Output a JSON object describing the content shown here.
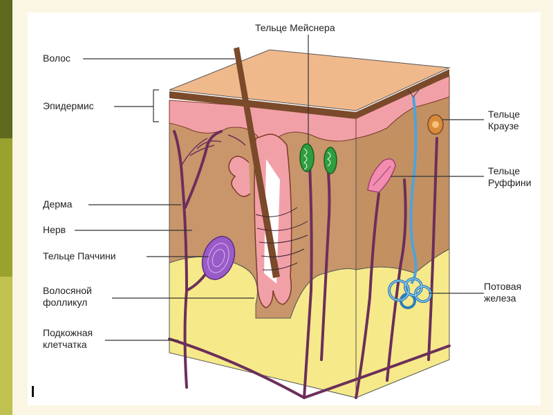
{
  "labels": {
    "hair": "Волос",
    "epidermis": "Эпидермис",
    "dermis": "Дерма",
    "nerve": "Нерв",
    "pacini_corpuscle": "Тельце Паччини",
    "hair_follicle_line1": "Волосяной",
    "hair_follicle_line2": "фолликул",
    "subcutaneous_line1": "Подкожная",
    "subcutaneous_line2": "клетчатка",
    "meissner_corpuscle": "Тельце Мейснера",
    "krause_line1": "Тельце",
    "krause_line2": "Краузе",
    "ruffini_line1": "Тельце",
    "ruffini_line2": "Руффини",
    "sweat_gland_line1": "Потовая",
    "sweat_gland_line2": "железа"
  },
  "colors": {
    "slide_background": "#FBF6E3",
    "accent_dark": "#5F6A1E",
    "accent_mid": "#9AA12E",
    "accent_light": "#BFC150",
    "epidermis_top": "#F0B98C",
    "epidermis_pink": "#F2A0A8",
    "dermis": "#C8966A",
    "subcutaneous_fat": "#F6E98A",
    "nerve": "#6B2F5A",
    "hair": "#7A4A2A",
    "meissner": "#2E9E3E",
    "pacini": "#9A5BC8",
    "ruffini": "#F28CB0",
    "sweat_gland": "#4FA3D9",
    "krause": "#D98A3A"
  }
}
